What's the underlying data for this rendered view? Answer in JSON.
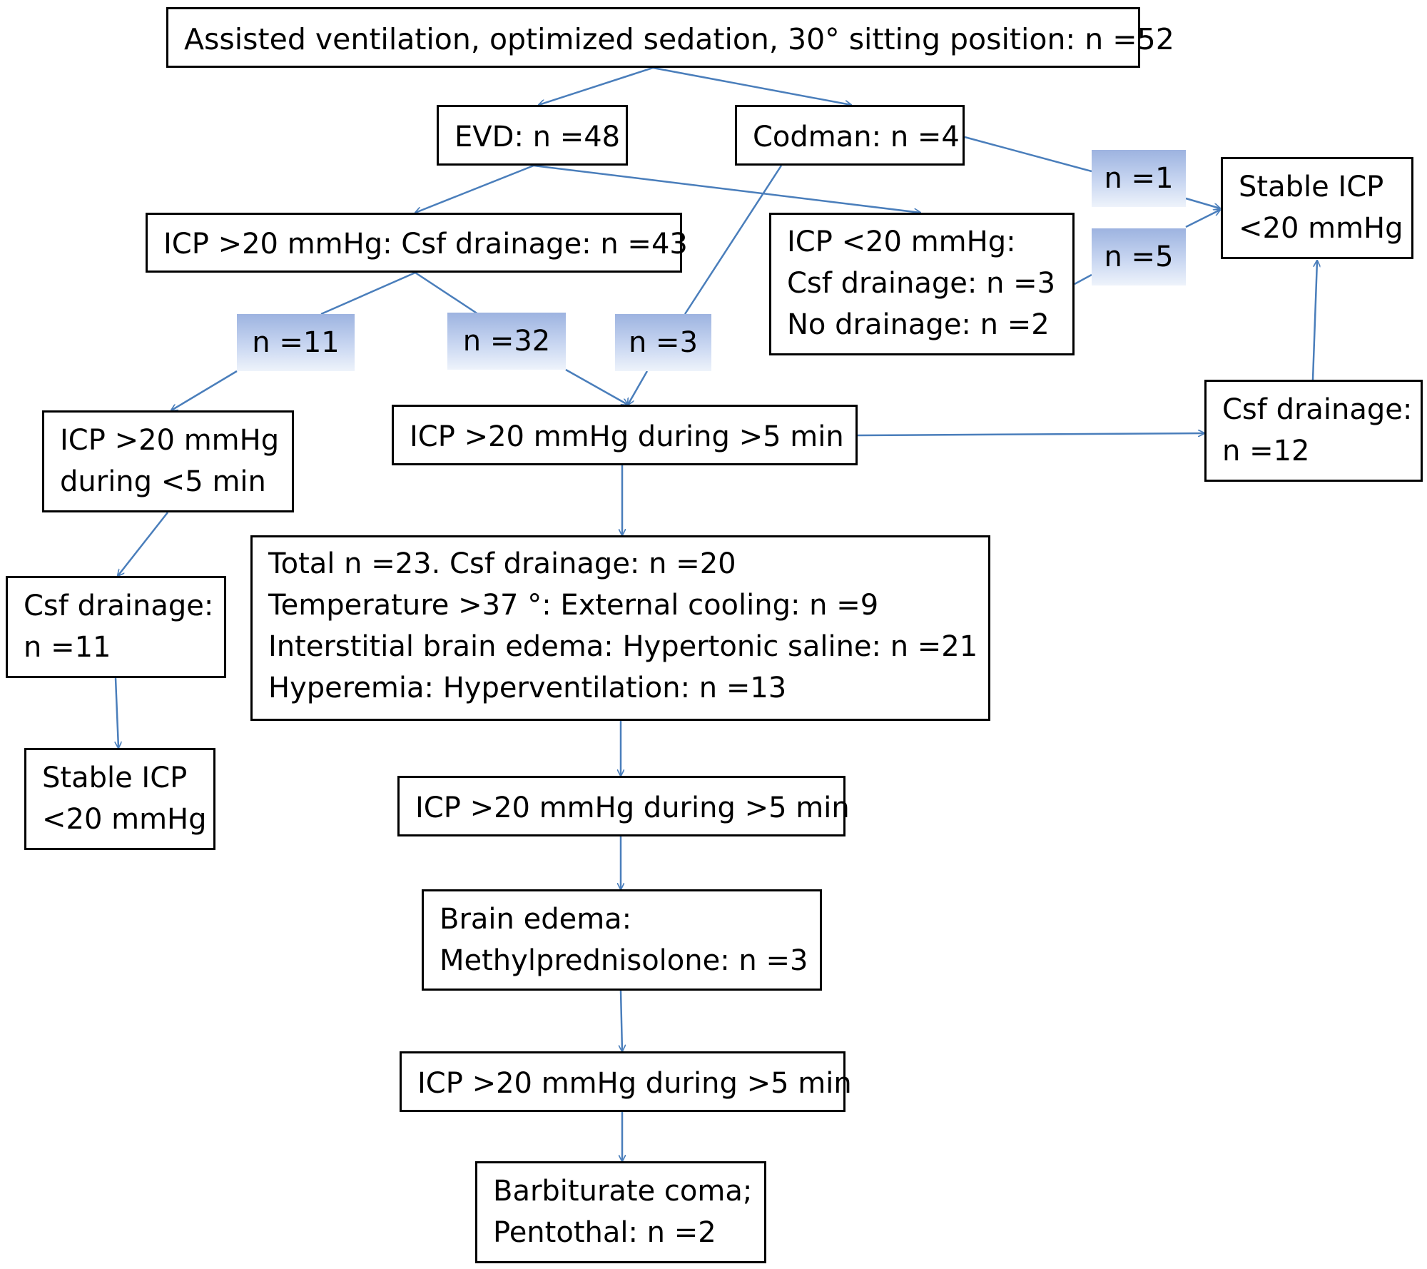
{
  "nodes": {
    "start": [
      "Assisted ventilation, optimized sedation, 30° sitting position: n =52"
    ],
    "evd": [
      "EVD: n =48"
    ],
    "codman": [
      "Codman: n =4"
    ],
    "icp_high_drain": [
      "ICP >20 mmHg: Csf drainage: n =43"
    ],
    "icp_low": [
      "ICP <20 mmHg:",
      "Csf drainage: n =3",
      "No drainage: n =2"
    ],
    "stable_right": [
      "Stable ICP",
      "<20 mmHg"
    ],
    "short_icp": [
      "ICP >20 mmHg",
      "during <5 min"
    ],
    "long_icp_1": [
      "ICP >20 mmHg during >5 min"
    ],
    "drain_right": [
      "Csf drainage:",
      "n =12"
    ],
    "drain_left": [
      "Csf drainage:",
      "n =11"
    ],
    "stable_left": [
      "Stable ICP",
      "<20 mmHg"
    ],
    "total": [
      "Total n =23. Csf drainage: n =20",
      "Temperature >37 °: External cooling: n =9",
      "Interstitial brain edema: Hypertonic saline:  n =21",
      "Hyperemia: Hyperventilation: n =13"
    ],
    "long_icp_2": [
      "ICP >20 mmHg during >5 min"
    ],
    "edema": [
      "Brain edema:",
      "Methylprednisolone: n =3"
    ],
    "long_icp_3": [
      "ICP >20 mmHg during >5 min"
    ],
    "barbiturate": [
      "Barbiturate coma;",
      "Pentothal: n =2"
    ]
  },
  "tags": {
    "n1": "n =1",
    "n5": "n =5",
    "n11": "n =11",
    "n32": "n =32",
    "n3": "n =3"
  },
  "colors": {
    "arrow": "#4a7ebb",
    "border": "#000000",
    "tag_fill": "#9db3e0"
  }
}
